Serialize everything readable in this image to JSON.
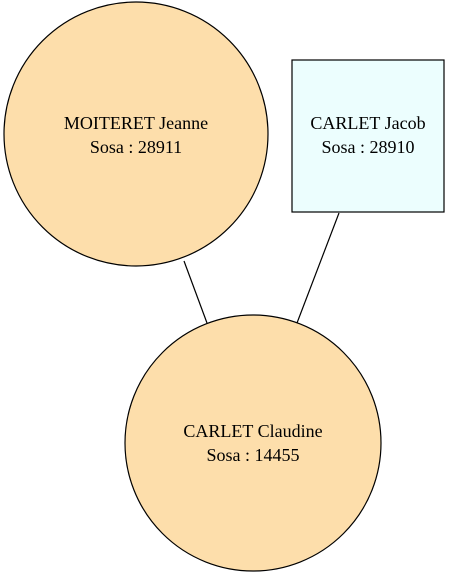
{
  "colors": {
    "female_fill": "#fddeab",
    "male_fill": "#ecfefe",
    "stroke": "#000000"
  },
  "nodes": {
    "mother": {
      "shape": "circle",
      "name": "MOITERET Jeanne",
      "sosa": "Sosa : 28911"
    },
    "father": {
      "shape": "box",
      "name": "CARLET Jacob",
      "sosa": "Sosa : 28910"
    },
    "child": {
      "shape": "circle",
      "name": "CARLET Claudine",
      "sosa": "Sosa : 14455"
    }
  },
  "edges": [
    {
      "from": "mother",
      "to": "child"
    },
    {
      "from": "father",
      "to": "child"
    }
  ]
}
